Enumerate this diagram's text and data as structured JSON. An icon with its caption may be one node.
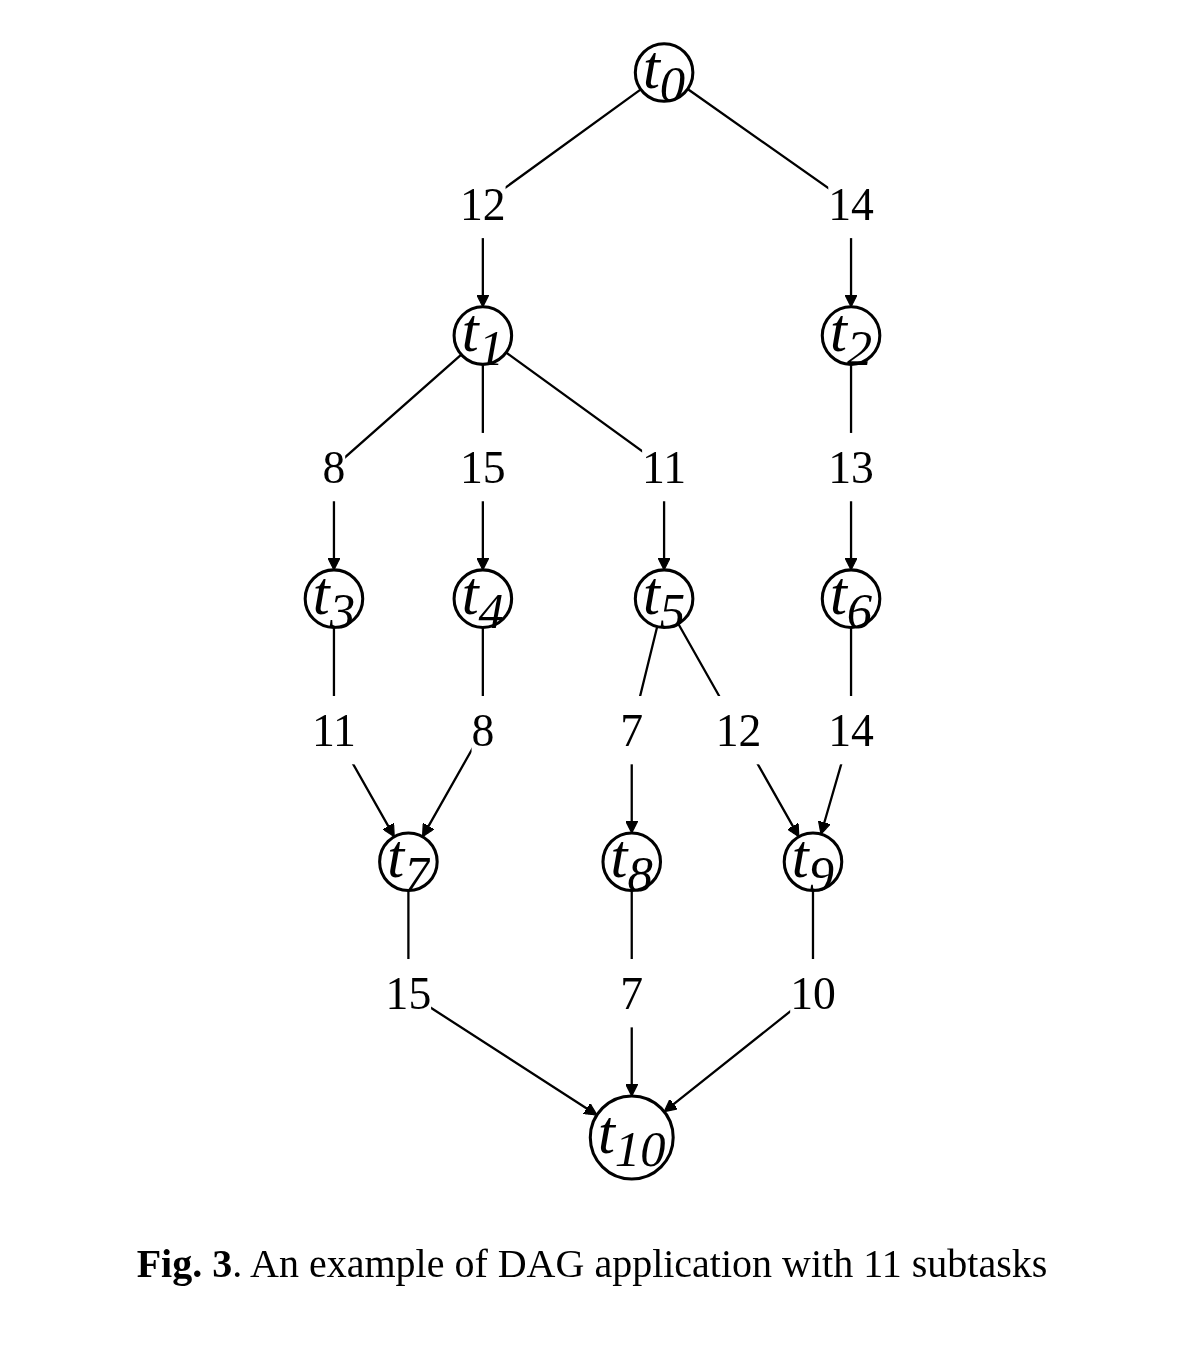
{
  "diagram": {
    "caption": "**Fig. 3**. An example of DAG application with 11 subtasks",
    "nodes": [
      {
        "text": [
          "t$_{0}$"
        ]
      },
      {
        "text": [
          "t$_{1}$"
        ]
      },
      {
        "text": [
          "t$_{2}$"
        ]
      },
      {
        "text": [
          "t$_{3}$"
        ]
      },
      {
        "text": [
          "t$_{4}$"
        ]
      },
      {
        "text": [
          "t$_{5}$"
        ]
      },
      {
        "text": [
          "t$_{6}$"
        ]
      },
      {
        "text": [
          "t$_{7}$"
        ]
      },
      {
        "text": [
          "t$_{8}$"
        ]
      },
      {
        "text": [
          "t$_{9}$"
        ]
      },
      {
        "text": [
          "t$_{10}$"
        ]
      }
    ],
    "edges": [
      {
        "from": 0,
        "to": 1,
        "arrow": "to",
        "label": "12"
      },
      {
        "from": 0,
        "to": 2,
        "arrow": "to",
        "label": "14"
      },
      {
        "from": 1,
        "to": 3,
        "arrow": "to",
        "label": "8"
      },
      {
        "from": 1,
        "to": 4,
        "arrow": "to",
        "label": "15"
      },
      {
        "from": 1,
        "to": 5,
        "arrow": "to",
        "label": "11"
      },
      {
        "from": 2,
        "to": 6,
        "arrow": "to",
        "label": "13"
      },
      {
        "from": 3,
        "to": 7,
        "arrow": "to",
        "label": "11"
      },
      {
        "from": 4,
        "to": 7,
        "arrow": "to",
        "label": "8"
      },
      {
        "from": 5,
        "to": 8,
        "arrow": "to",
        "label": "7"
      },
      {
        "from": 5,
        "to": 9,
        "arrow": "to",
        "label": "12"
      },
      {
        "from": 6,
        "to": 9,
        "arrow": "to",
        "label": "14"
      },
      {
        "from": 7,
        "to": 10,
        "arrow": "to",
        "label": "15"
      },
      {
        "from": 8,
        "to": 10,
        "arrow": "to",
        "label": "7"
      },
      {
        "from": 9,
        "to": 10,
        "arrow": "to",
        "label": "10"
      }
    ]
  }
}
